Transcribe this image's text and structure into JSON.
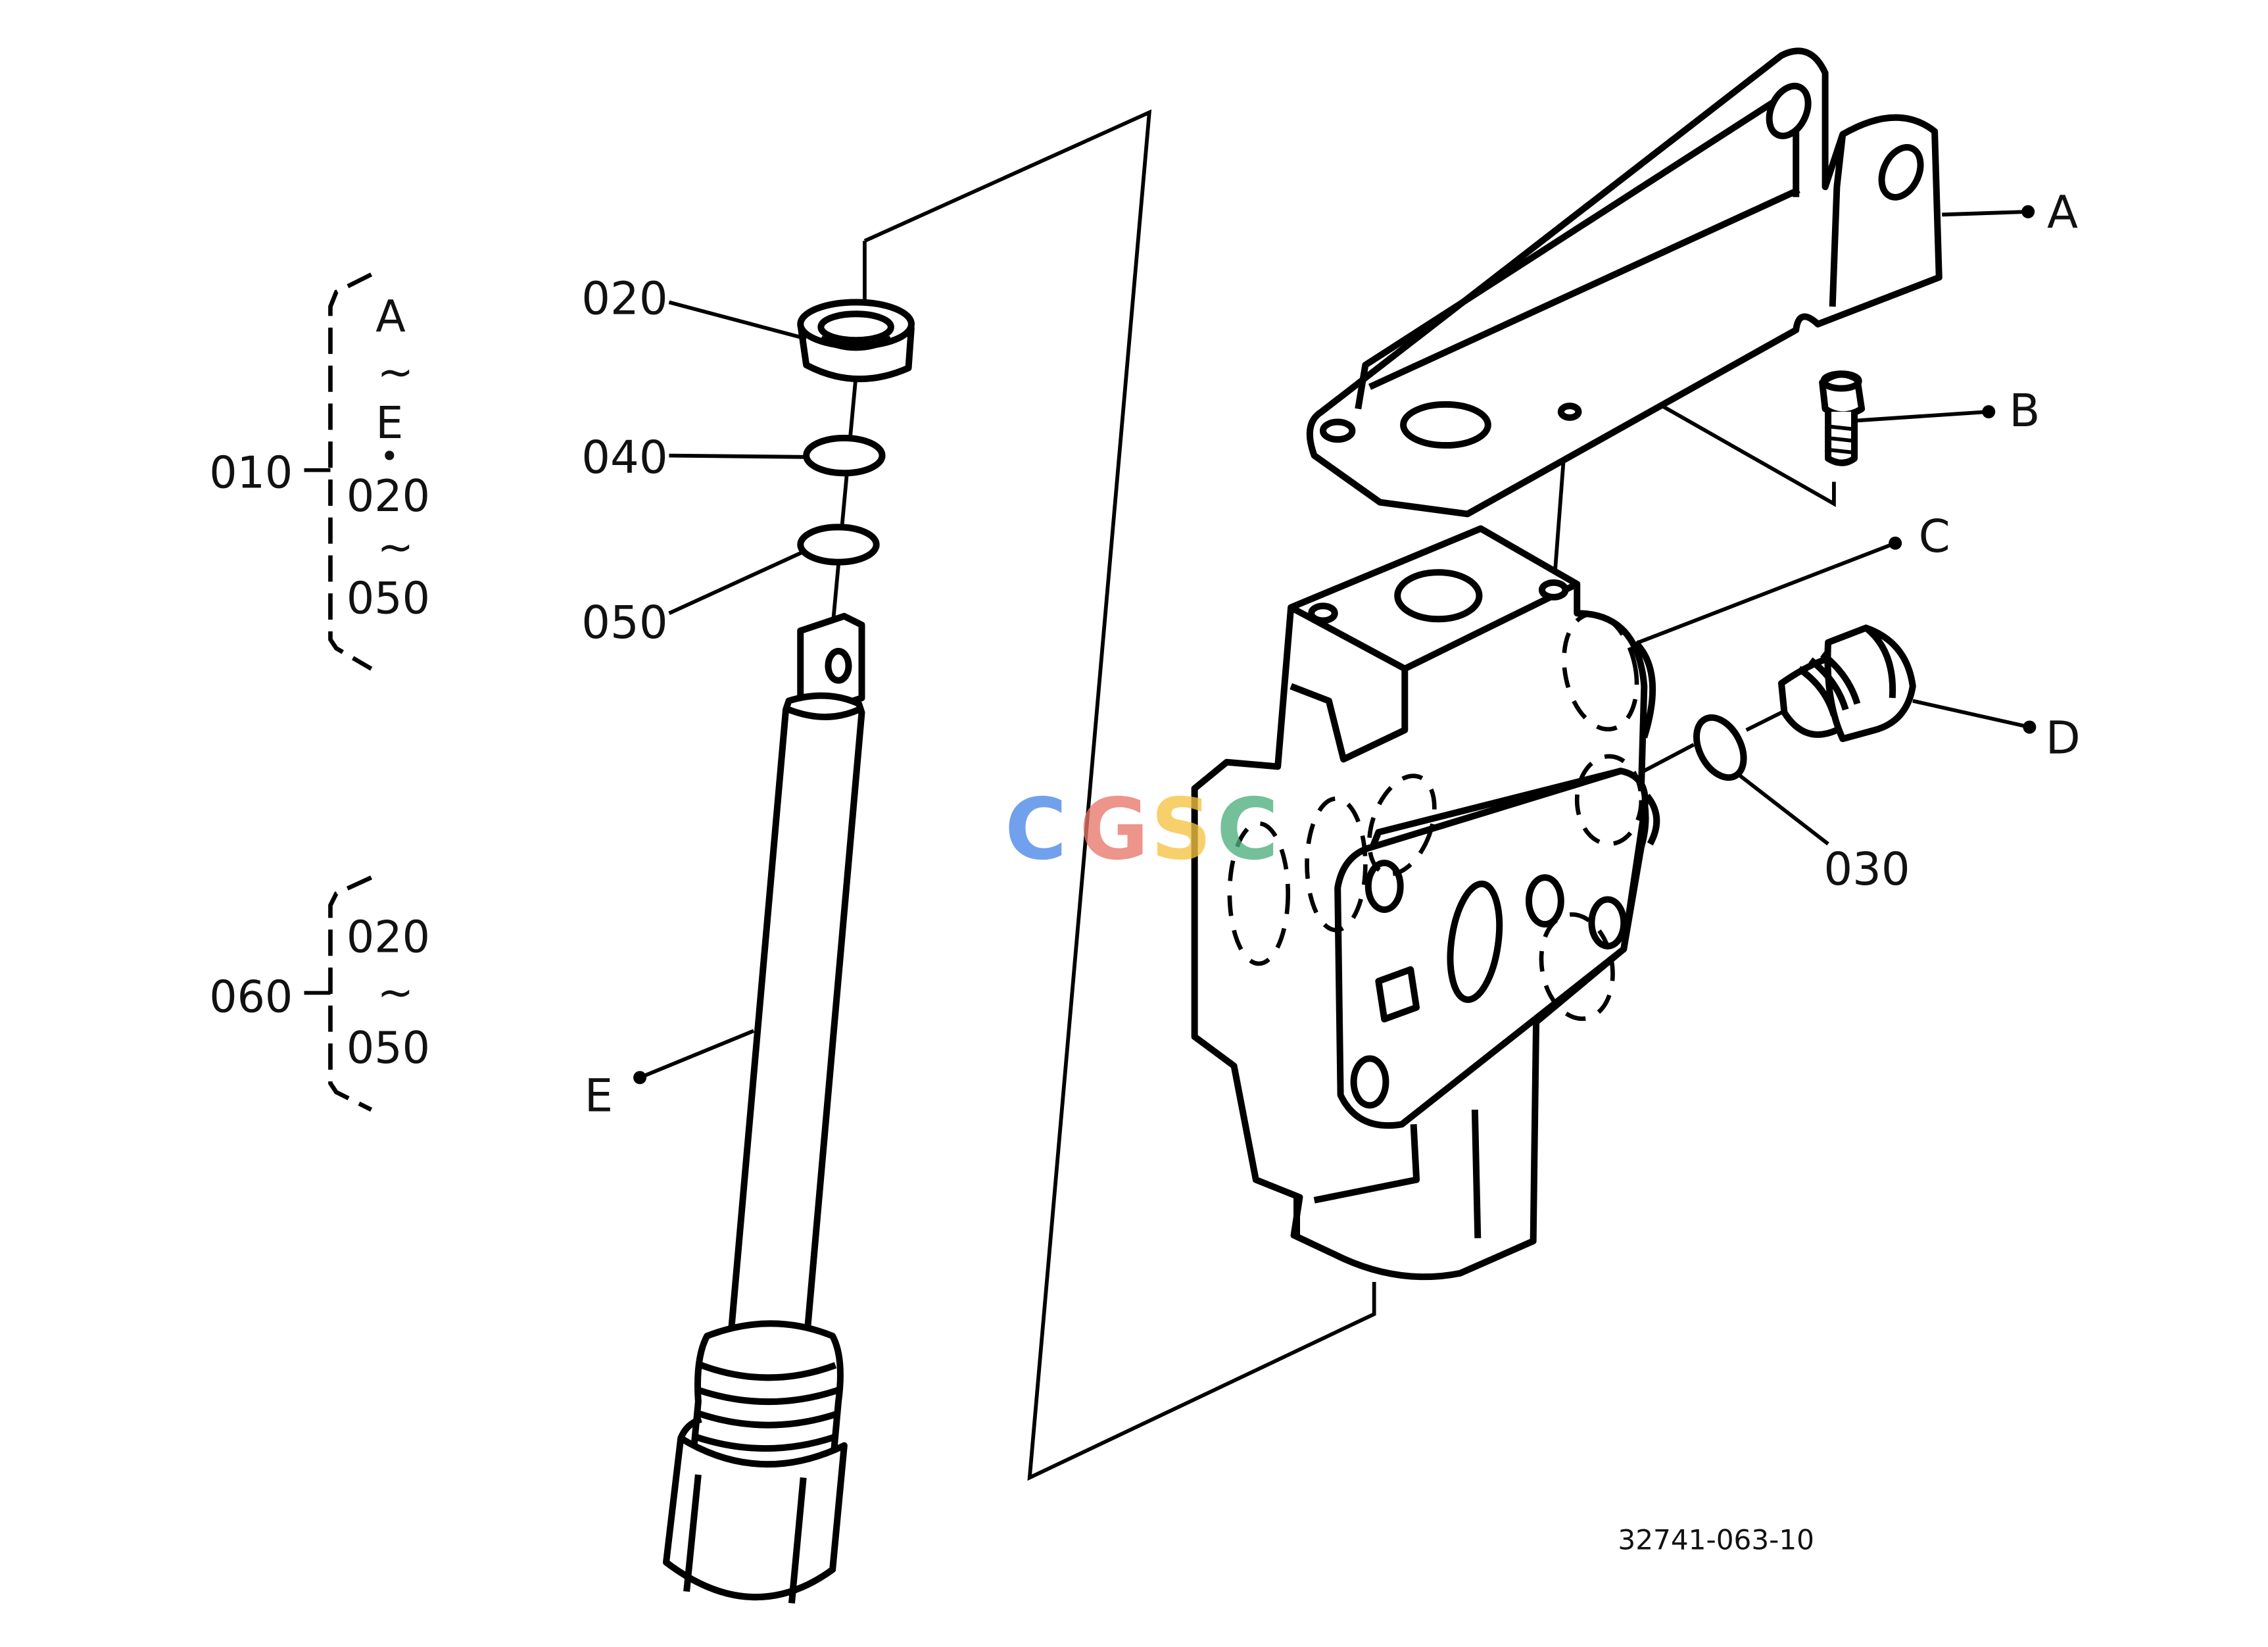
{
  "drawing_number": "32741-063-10",
  "watermark": {
    "letters": [
      "C",
      "G",
      "S",
      "C"
    ],
    "colors": [
      "#4a86e8",
      "#e8776b",
      "#f5c342",
      "#4caf7d"
    ]
  },
  "groups": [
    {
      "id": "010",
      "members": [
        "A",
        "~",
        "E",
        "•",
        "020",
        "~",
        "050"
      ]
    },
    {
      "id": "060",
      "members": [
        "020",
        "~",
        "050"
      ]
    }
  ],
  "part_labels": {
    "p020": "020",
    "p040": "040",
    "p050": "050",
    "p030": "030",
    "A": "A",
    "B": "B",
    "C": "C",
    "D": "D",
    "E": "E"
  }
}
